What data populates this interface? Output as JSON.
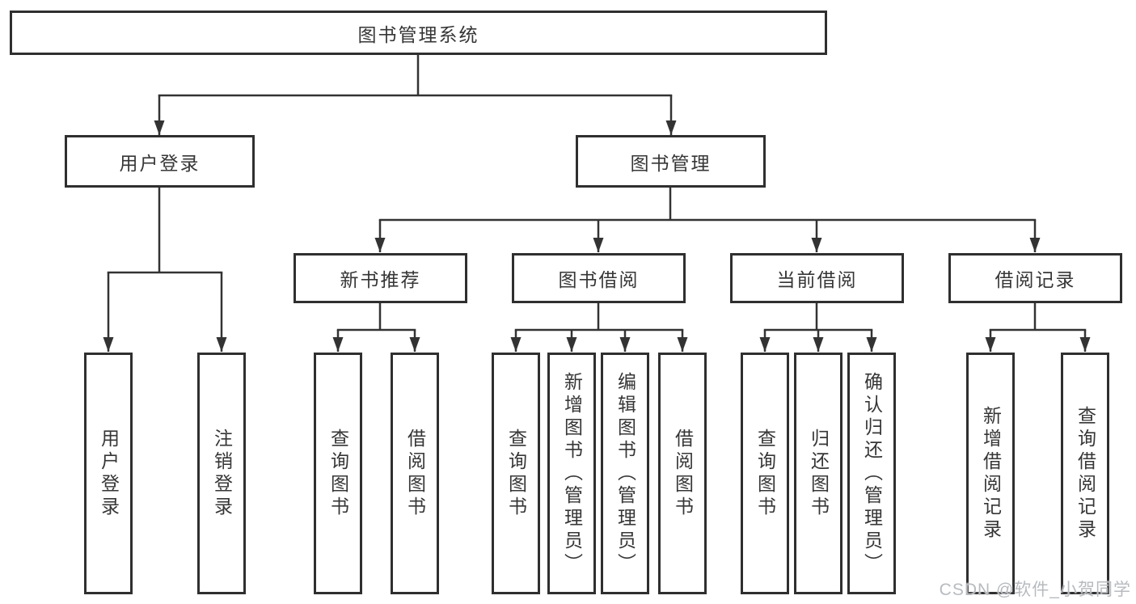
{
  "diagram": {
    "root": {
      "label": "图书管理系统"
    },
    "branches": [
      {
        "label": "用户登录",
        "children": [
          {
            "label": "用户登录"
          },
          {
            "label": "注销登录"
          }
        ]
      },
      {
        "label": "图书管理",
        "children": [
          {
            "label": "新书推荐",
            "children": [
              {
                "label": "查询图书"
              },
              {
                "label": "借阅图书"
              }
            ]
          },
          {
            "label": "图书借阅",
            "children": [
              {
                "label": "查询图书"
              },
              {
                "label": "新增图书（管理员）"
              },
              {
                "label": "编辑图书（管理员）"
              },
              {
                "label": "借阅图书"
              }
            ]
          },
          {
            "label": "当前借阅",
            "children": [
              {
                "label": "查询图书"
              },
              {
                "label": "归还图书"
              },
              {
                "label": "确认归还（管理员）"
              }
            ]
          },
          {
            "label": "借阅记录",
            "children": [
              {
                "label": "新增借阅记录"
              },
              {
                "label": "查询借阅记录"
              }
            ]
          }
        ]
      }
    ]
  },
  "watermark": "CSDN @软件_小贺同学",
  "colors": {
    "line": "#333333",
    "box_border": "#2f2f2f",
    "box_fill": "#ffffff",
    "text": "#363636",
    "watermark": "#b7bbbf"
  }
}
